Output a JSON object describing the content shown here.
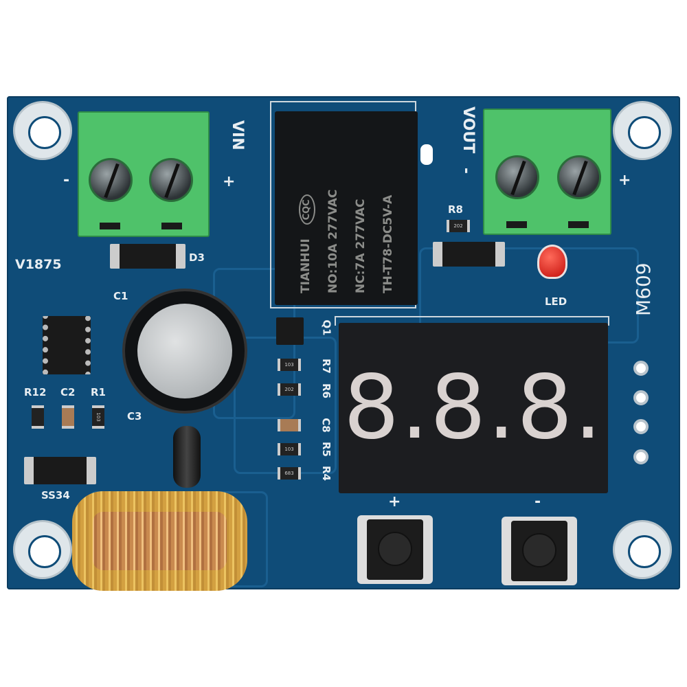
{
  "board": {
    "model": "M609",
    "version": "V1875",
    "terminals": {
      "input": {
        "label": "VIN",
        "minus": "-",
        "plus": "+"
      },
      "output": {
        "label": "VOUT",
        "minus": "-",
        "plus": "+"
      }
    },
    "relay": {
      "brand": "TIANHUI",
      "cert": "CQC",
      "line1": "NO:10A 277VAC",
      "line2": "NC:7A 277VAC",
      "model": "TH-T78-DC5V-A"
    },
    "silkscreen": {
      "d3": "D3",
      "c1": "C1",
      "c3": "C3",
      "r12": "R12",
      "c2": "C2",
      "r1": "R1",
      "ss34": "SS34",
      "q1": "Q1",
      "r7": "R7",
      "r6": "R6",
      "c8": "C8",
      "r5": "R5",
      "r4": "R4",
      "r8": "R8",
      "led": "LED",
      "btn_plus": "+",
      "btn_minus": "-"
    },
    "resistor_codes": {
      "r7": "103",
      "r6": "202",
      "r5": "103",
      "r4": "683",
      "r8": "202",
      "r1": "103"
    },
    "display": {
      "value": "8.8.8."
    }
  }
}
